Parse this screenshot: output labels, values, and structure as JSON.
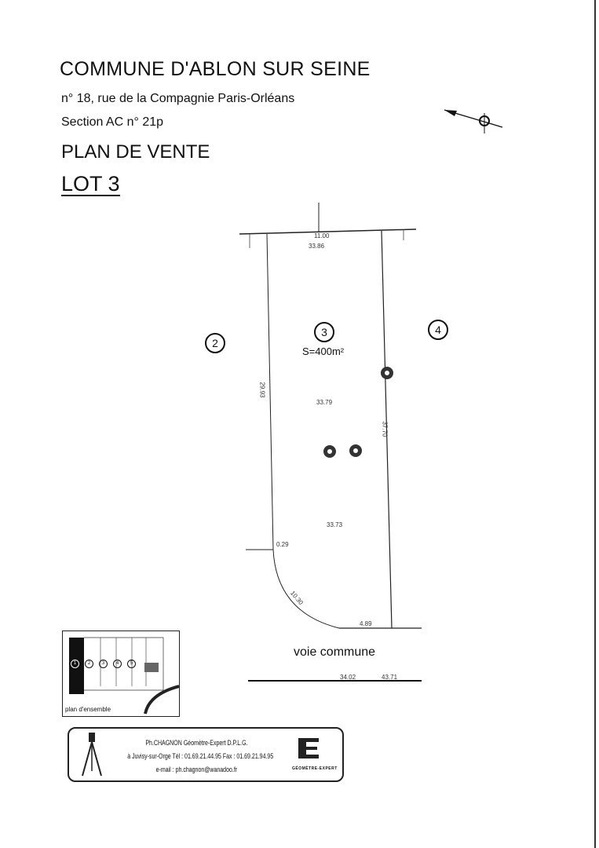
{
  "header": {
    "commune": "COMMUNE D'ABLON SUR SEINE",
    "address": "n° 18, rue de la Compagnie Paris-Orléans",
    "section": "Section AC n° 21p",
    "plan_title": "PLAN DE VENTE",
    "lot": "LOT 3"
  },
  "plan": {
    "lots": {
      "left": "2",
      "center": "3",
      "right": "4"
    },
    "surface": "S=400m²",
    "dimensions": {
      "top_1": "11.00",
      "top_2": "33.86",
      "left_side": "29.93",
      "middle": "33.79",
      "right_side": "37.70",
      "lower": "33.73",
      "offset": "0.29",
      "curve": "10.30",
      "bottom": "4.89",
      "road_1": "34.02",
      "road_2": "43.71"
    },
    "road_label": "voie commune",
    "north_arrow_icon": "north-arrow-icon",
    "tree_icon": "tree-icon"
  },
  "inset": {
    "label": "plan d'ensemble",
    "lots": [
      "1",
      "2",
      "3",
      "4",
      "5"
    ]
  },
  "footer": {
    "line1": "Ph.CHAGNON Géomètre-Expert D.P.L.G.",
    "line2": "à Juvisy-sur-Orge Tél : 01.69.21.44.95 Fax : 01.69.21.94.95",
    "line3": "e-mail : ph.chagnon@wanadoo.fr",
    "logo_text": "GÉOMÈTRE-EXPERT"
  }
}
